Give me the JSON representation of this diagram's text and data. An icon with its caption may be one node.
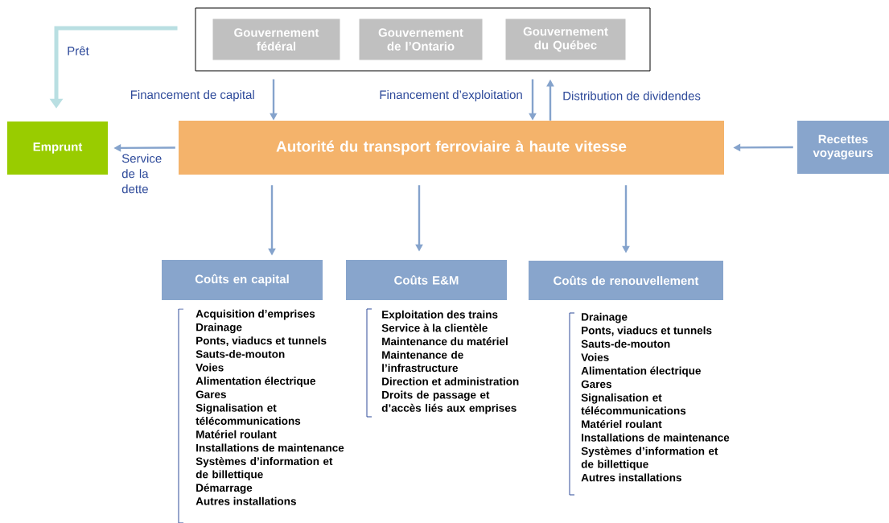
{
  "diagram": {
    "nodes": [
      {
        "text": [],
        "shape": "box"
      },
      {
        "text": [
          "Gouvernement fédéral"
        ],
        "in": 0
      },
      {
        "text": [
          "Gouvernement de l’Ontario"
        ],
        "in": 0
      },
      {
        "text": [
          "Gouvernement du Québec"
        ],
        "in": 0
      },
      {
        "text": [
          "Emprunt"
        ]
      },
      {
        "text": [
          "Autorité du transport ferroviaire à haute vitesse"
        ]
      },
      {
        "text": [
          "Recettes voyageurs"
        ]
      },
      {
        "text": [
          "Coûts en capital"
        ],
        "beside": [
          "Acquisition d’emprises",
          "Drainage",
          "Ponts, viaducs et tunnels",
          "Sauts-de-mouton",
          "Voies",
          "Alimentation électrique",
          "Gares",
          "Signalisation et télécommunications",
          "Matériel roulant",
          "Installations de maintenance",
          "Systèmes d’information et de billettique",
          "Démarrage",
          "Autres installations"
        ]
      },
      {
        "text": [
          "Coûts E&M"
        ],
        "beside": [
          "Exploitation des trains",
          "Service à la clientèle",
          "Maintenance du matériel",
          "Maintenance de l’infrastructure",
          "Direction et administration",
          "Droits de passage et d’accès liés aux emprises"
        ]
      },
      {
        "text": [
          "Coûts de renouvellement"
        ],
        "beside": [
          "Drainage",
          "Ponts, viaducs et  tunnels",
          "Sauts-de-mouton",
          "Voies",
          "Alimentation électrique",
          "Gares",
          "Signalisation et télécommunications",
          "Matériel roulant",
          "Installations de maintenance",
          "Systèmes d’information et de billettique",
          "Autres installations"
        ]
      }
    ],
    "edges": [
      {
        "from": 0,
        "to": 4,
        "arrow": "to",
        "label": "Prêt",
        "style": "thick",
        "color": "#b9dfe2"
      },
      {
        "from": 0,
        "to": 5,
        "arrow": "to",
        "label": "Financement de capital"
      },
      {
        "from": 0,
        "to": 5,
        "arrow": "to",
        "label": "Financement d’exploitation"
      },
      {
        "from": 5,
        "to": 0,
        "arrow": "to",
        "label": "Distribution de dividendes"
      },
      {
        "from": 5,
        "to": 4,
        "arrow": "to",
        "label": "Service de la dette"
      },
      {
        "from": 6,
        "to": 5,
        "arrow": "to"
      },
      {
        "from": 5,
        "to": 7,
        "arrow": "to"
      },
      {
        "from": 5,
        "to": 8,
        "arrow": "to"
      },
      {
        "from": 5,
        "to": 9,
        "arrow": "to"
      }
    ]
  }
}
